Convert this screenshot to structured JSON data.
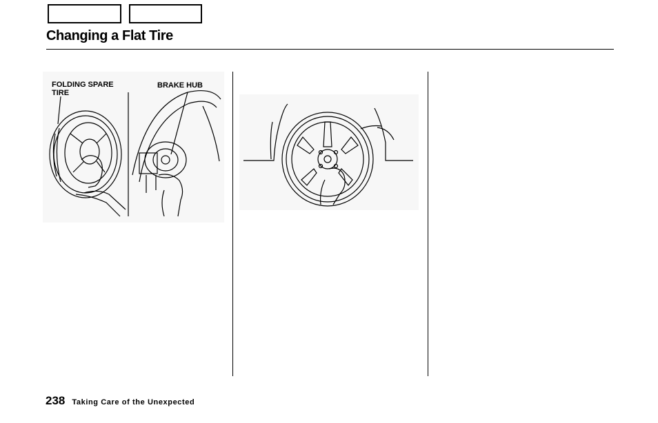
{
  "header": {
    "nav_boxes": [
      "",
      ""
    ],
    "title": "Changing a Flat Tire"
  },
  "figure1": {
    "label_spare_tire": "FOLDING SPARE TIRE",
    "label_brake_hub": "BRAKE HUB"
  },
  "footer": {
    "page_number": "238",
    "section": "Taking Care of the Unexpected"
  }
}
